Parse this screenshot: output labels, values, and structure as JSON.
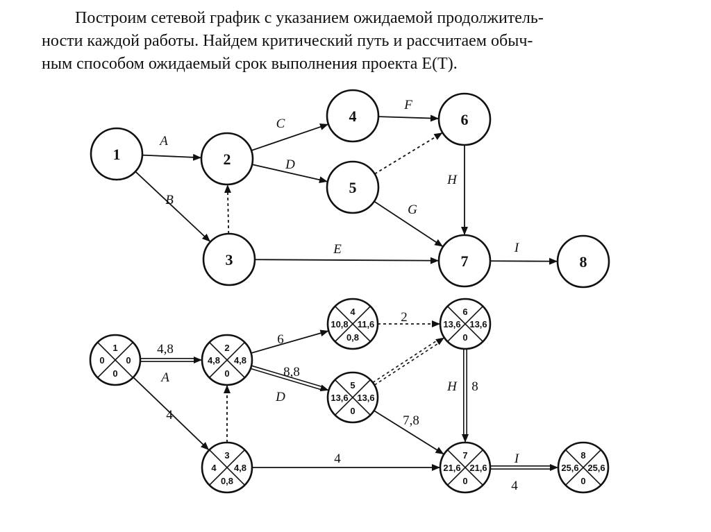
{
  "intro": {
    "line1": "Построим сетевой график с указанием ожидаемой продолжитель-",
    "line2": "ности каждой работы. Найдем критический путь и рассчитаем обыч-",
    "line3": "ным способом ожидаемый срок выполнения проекта E(T)."
  },
  "top_graph": {
    "nodes": [
      {
        "id": "1",
        "label": "1"
      },
      {
        "id": "2",
        "label": "2"
      },
      {
        "id": "3",
        "label": "3"
      },
      {
        "id": "4",
        "label": "4"
      },
      {
        "id": "5",
        "label": "5"
      },
      {
        "id": "6",
        "label": "6"
      },
      {
        "id": "7",
        "label": "7"
      },
      {
        "id": "8",
        "label": "8"
      }
    ],
    "edges": [
      {
        "from": "1",
        "to": "2",
        "label": "A",
        "style": "solid"
      },
      {
        "from": "1",
        "to": "3",
        "label": "B",
        "style": "solid"
      },
      {
        "from": "3",
        "to": "2",
        "label": "",
        "style": "dashed"
      },
      {
        "from": "2",
        "to": "4",
        "label": "C",
        "style": "solid"
      },
      {
        "from": "2",
        "to": "5",
        "label": "D",
        "style": "solid"
      },
      {
        "from": "4",
        "to": "6",
        "label": "F",
        "style": "solid"
      },
      {
        "from": "5",
        "to": "6",
        "label": "",
        "style": "dashed"
      },
      {
        "from": "6",
        "to": "7",
        "label": "H",
        "style": "solid"
      },
      {
        "from": "5",
        "to": "7",
        "label": "G",
        "style": "solid"
      },
      {
        "from": "3",
        "to": "7",
        "label": "E",
        "style": "solid"
      },
      {
        "from": "7",
        "to": "8",
        "label": "I",
        "style": "solid"
      }
    ]
  },
  "bottom_graph": {
    "nodes": [
      {
        "id": "1",
        "top": "1",
        "left": "0",
        "right": "0",
        "bottom": "0"
      },
      {
        "id": "2",
        "top": "2",
        "left": "4,8",
        "right": "4,8",
        "bottom": "0"
      },
      {
        "id": "3",
        "top": "3",
        "left": "4",
        "right": "4,8",
        "bottom": "0,8"
      },
      {
        "id": "4",
        "top": "4",
        "left": "10,8",
        "right": "11,6",
        "bottom": "0,8"
      },
      {
        "id": "5",
        "top": "5",
        "left": "13,6",
        "right": "13,6",
        "bottom": "0"
      },
      {
        "id": "6",
        "top": "6",
        "left": "13,6",
        "right": "13,6",
        "bottom": "0"
      },
      {
        "id": "7",
        "top": "7",
        "left": "21,6",
        "right": "21,6",
        "bottom": "0"
      },
      {
        "id": "8",
        "top": "8",
        "left": "25,6",
        "right": "25,6",
        "bottom": "0"
      }
    ],
    "edges": [
      {
        "from": "1",
        "to": "2",
        "duration": "4,8",
        "letter": "A",
        "critical": true,
        "style": "solid"
      },
      {
        "from": "1",
        "to": "3",
        "duration": "4",
        "letter": "",
        "critical": false,
        "style": "solid"
      },
      {
        "from": "3",
        "to": "2",
        "duration": "",
        "letter": "",
        "critical": false,
        "style": "dashed"
      },
      {
        "from": "2",
        "to": "4",
        "duration": "6",
        "letter": "",
        "critical": false,
        "style": "solid"
      },
      {
        "from": "2",
        "to": "5",
        "duration": "8,8",
        "letter": "D",
        "critical": true,
        "style": "solid"
      },
      {
        "from": "4",
        "to": "6",
        "duration": "2",
        "letter": "",
        "critical": false,
        "style": "dashed"
      },
      {
        "from": "5",
        "to": "6",
        "duration": "",
        "letter": "",
        "critical": true,
        "style": "dashed"
      },
      {
        "from": "6",
        "to": "7",
        "duration": "8",
        "letter": "H",
        "critical": true,
        "style": "solid"
      },
      {
        "from": "5",
        "to": "7",
        "duration": "7,8",
        "letter": "",
        "critical": false,
        "style": "solid"
      },
      {
        "from": "3",
        "to": "7",
        "duration": "4",
        "letter": "",
        "critical": false,
        "style": "solid"
      },
      {
        "from": "7",
        "to": "8",
        "duration": "4",
        "letter": "I",
        "critical": true,
        "style": "solid"
      }
    ]
  }
}
